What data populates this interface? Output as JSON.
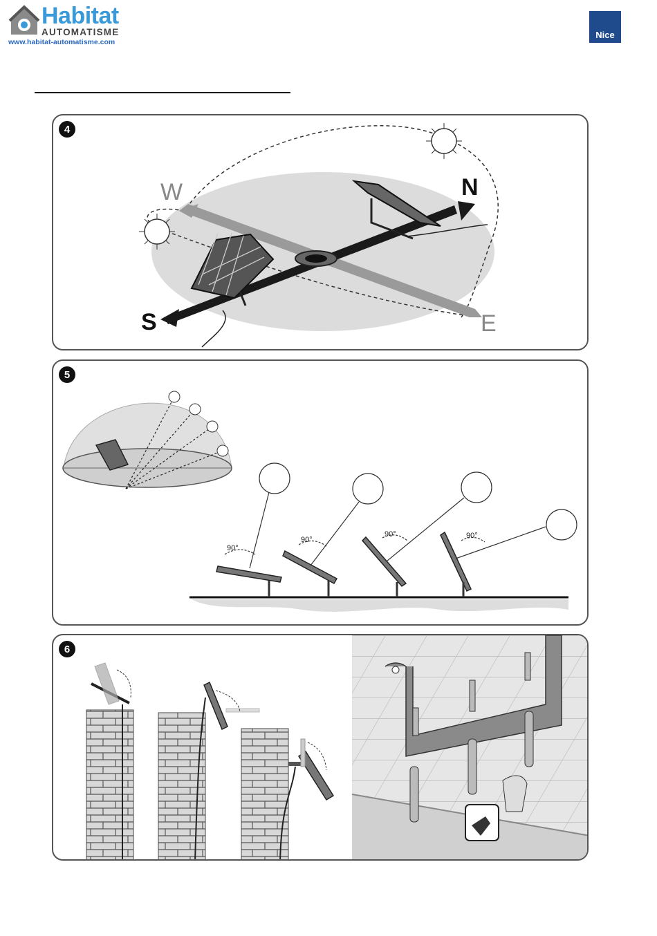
{
  "header": {
    "logo_title": "Habitat",
    "logo_subtitle": "AUTOMATISME",
    "logo_url": "www.habitat-automatisme.com",
    "brand_badge": "Nice"
  },
  "figures": [
    {
      "number": "4",
      "labels": {
        "west": "W",
        "north": "N",
        "south": "S",
        "east": "E"
      }
    },
    {
      "number": "5",
      "angle_label": "90°"
    },
    {
      "number": "6"
    }
  ]
}
